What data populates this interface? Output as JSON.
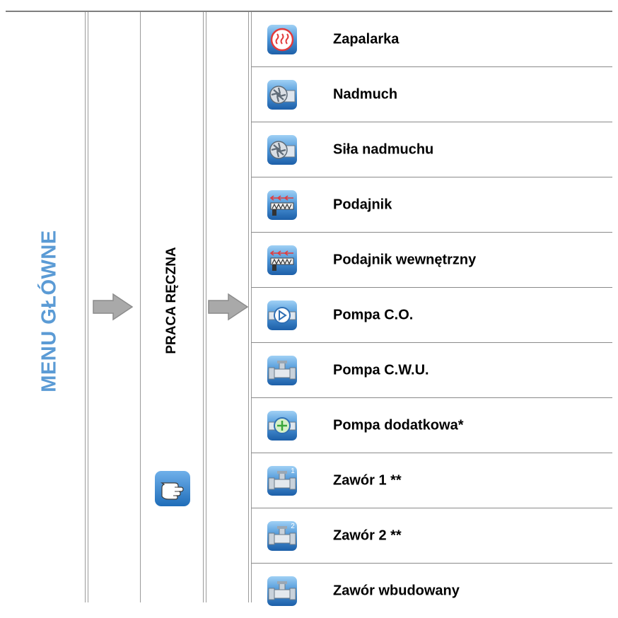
{
  "menu_title": "MENU GŁÓWNE",
  "section_title": "PRACA RĘCZNA",
  "colors": {
    "title_blue": "#5b9bd5",
    "icon_blue": "#3f86cf",
    "arrow_gray": "#a6a6a6"
  },
  "items": [
    {
      "label": "Zapalarka",
      "icon": "heater-icon"
    },
    {
      "label": "Nadmuch",
      "icon": "fan-icon"
    },
    {
      "label": "Siła nadmuchu",
      "icon": "fan-icon"
    },
    {
      "label": "Podajnik",
      "icon": "feeder-icon"
    },
    {
      "label": "Podajnik wewnętrzny",
      "icon": "feeder-icon"
    },
    {
      "label": "Pompa C.O.",
      "icon": "pump-icon"
    },
    {
      "label": "Pompa C.W.U.",
      "icon": "valve-icon"
    },
    {
      "label": "Pompa dodatkowa*",
      "icon": "pump-plus-icon"
    },
    {
      "label": "Zawór 1 **",
      "icon": "valve-1-icon",
      "badge": "1"
    },
    {
      "label": "Zawór 2 **",
      "icon": "valve-2-icon",
      "badge": "2"
    },
    {
      "label": "Zawór wbudowany",
      "icon": "valve-icon"
    }
  ]
}
